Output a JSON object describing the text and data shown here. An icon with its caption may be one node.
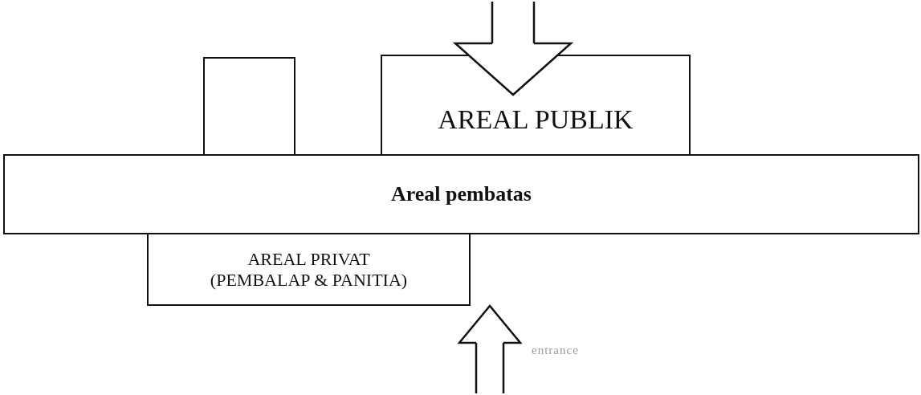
{
  "diagram": {
    "nodes": [
      {
        "text": [],
        "shape": "box"
      },
      {
        "text": [
          "AREAL PUBLIK"
        ]
      },
      {
        "text": [
          "Areal pembatas"
        ]
      },
      {
        "text": [
          "AREAL PRIVAT (PEMBALAP & PANITIA)"
        ]
      }
    ],
    "edges": [
      {
        "from": null,
        "to": 1,
        "arrow": "to"
      },
      {
        "from": null,
        "to": 3,
        "arrow": "to"
      }
    ],
    "labels": [
      "entrance"
    ]
  }
}
